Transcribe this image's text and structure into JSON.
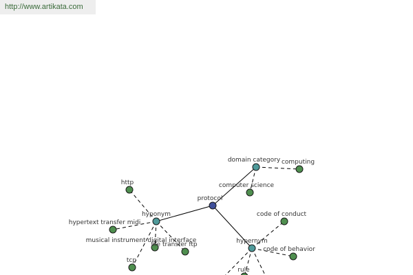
{
  "site_url": "http://www.artikata.com",
  "colors": {
    "center": "#3f4f9a",
    "category": "#4f9a9a",
    "leaf": "#4f8f4f"
  },
  "nodes": [
    {
      "id": "protocol",
      "label": "protocol",
      "kind": "center"
    },
    {
      "id": "domain-category",
      "label": "domain category",
      "kind": "category"
    },
    {
      "id": "computing",
      "label": "computing",
      "kind": "leaf"
    },
    {
      "id": "computer-science",
      "label": "computer science",
      "kind": "leaf"
    },
    {
      "id": "hyponym",
      "label": "hyponym",
      "kind": "category"
    },
    {
      "id": "http",
      "label": "http",
      "kind": "leaf"
    },
    {
      "id": "hypertext-transfer-midi",
      "label": "hypertext transfer midi",
      "kind": "leaf"
    },
    {
      "id": "musical-instrument-digital-interface",
      "label": "musical instrument digital interface",
      "kind": "leaf"
    },
    {
      "id": "file-transfer-ftp",
      "label": "file transfer ftp",
      "kind": "leaf"
    },
    {
      "id": "tcp",
      "label": "tcp",
      "kind": "leaf"
    },
    {
      "id": "hypernym",
      "label": "hypernym",
      "kind": "category"
    },
    {
      "id": "code-of-conduct",
      "label": "code of conduct",
      "kind": "leaf"
    },
    {
      "id": "code-of-behavior",
      "label": "code of behavior",
      "kind": "leaf"
    },
    {
      "id": "rule",
      "label": "rule",
      "kind": "leaf"
    }
  ],
  "edges": [
    {
      "from": "protocol",
      "to": "domain-category",
      "style": "solid"
    },
    {
      "from": "protocol",
      "to": "hyponym",
      "style": "solid"
    },
    {
      "from": "protocol",
      "to": "hypernym",
      "style": "solid"
    },
    {
      "from": "domain-category",
      "to": "computing",
      "style": "dashed"
    },
    {
      "from": "domain-category",
      "to": "computer-science",
      "style": "dashed"
    },
    {
      "from": "hyponym",
      "to": "http",
      "style": "dashed"
    },
    {
      "from": "hyponym",
      "to": "hypertext-transfer-midi",
      "style": "dashed"
    },
    {
      "from": "hyponym",
      "to": "musical-instrument-digital-interface",
      "style": "dashed"
    },
    {
      "from": "hyponym",
      "to": "file-transfer-ftp",
      "style": "dashed"
    },
    {
      "from": "hyponym",
      "to": "tcp",
      "style": "dashed"
    },
    {
      "from": "hypernym",
      "to": "code-of-conduct",
      "style": "dashed"
    },
    {
      "from": "hypernym",
      "to": "code-of-behavior",
      "style": "dashed"
    },
    {
      "from": "hypernym",
      "to": "rule",
      "style": "dashed"
    },
    {
      "from": "hypernym",
      "to": "offscreen-a",
      "style": "dashed"
    },
    {
      "from": "hypernym",
      "to": "offscreen-b",
      "style": "dashed"
    }
  ]
}
